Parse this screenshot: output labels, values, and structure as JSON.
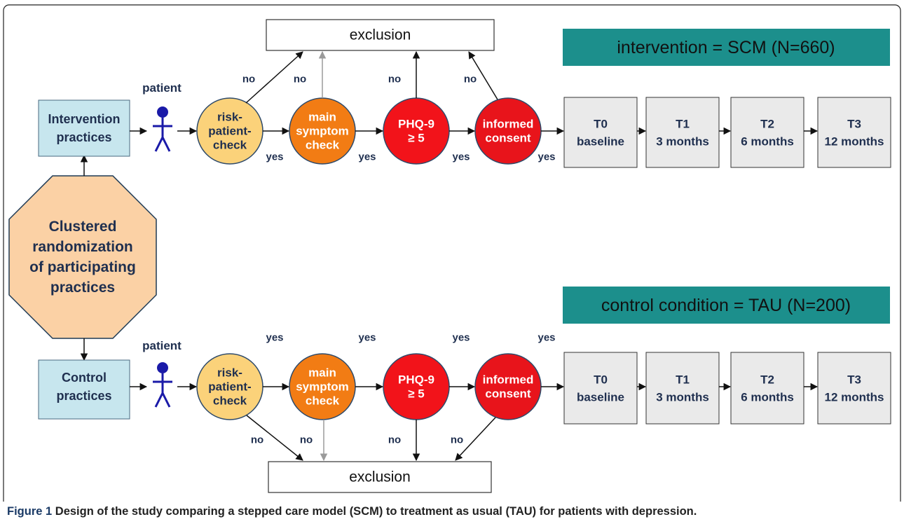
{
  "diagram": {
    "octagon": {
      "lines": [
        "Clustered",
        "randomization",
        "of participating",
        "practices"
      ],
      "fill": "#fbd1a5"
    },
    "person_color": "#1a1aa8",
    "arms": [
      {
        "key": "intervention",
        "banner": "intervention = SCM  (N=660)",
        "banner_color": "#1c8f8c",
        "practice_lines": [
          "Intervention",
          "practices"
        ],
        "practice_fill": "#c7e6ee",
        "patient_label": "patient",
        "steps": [
          {
            "lines": [
              "risk-",
              "patient-",
              "check"
            ],
            "fill": "#fbd27a",
            "text_color": "#1f2f4f"
          },
          {
            "lines": [
              "main",
              "symptom",
              "check"
            ],
            "fill": "#f27c14",
            "text_color": "#ffffff"
          },
          {
            "lines": [
              "PHQ-9",
              "≥ 5"
            ],
            "fill": "#f2131a",
            "text_color": "#ffffff"
          },
          {
            "lines": [
              "informed",
              "consent"
            ],
            "fill": "#e8141b",
            "text_color": "#ffffff"
          }
        ],
        "yes_label": "yes",
        "no_label": "no",
        "exclusion_label": "exclusion",
        "timepoints": [
          {
            "code": "T0",
            "label": "baseline"
          },
          {
            "code": "T1",
            "label": "3 months"
          },
          {
            "code": "T2",
            "label": "6 months"
          },
          {
            "code": "T3",
            "label": "12 months"
          }
        ]
      },
      {
        "key": "control",
        "banner": "control condition = TAU (N=200)",
        "banner_color": "#1c8f8c",
        "practice_lines": [
          "Control",
          "practices"
        ],
        "practice_fill": "#c7e6ee",
        "patient_label": "patient",
        "steps": [
          {
            "lines": [
              "risk-",
              "patient-",
              "check"
            ],
            "fill": "#fbd27a",
            "text_color": "#1f2f4f"
          },
          {
            "lines": [
              "main",
              "symptom",
              "check"
            ],
            "fill": "#f27c14",
            "text_color": "#ffffff"
          },
          {
            "lines": [
              "PHQ-9",
              "≥ 5"
            ],
            "fill": "#f2131a",
            "text_color": "#ffffff"
          },
          {
            "lines": [
              "informed",
              "consent"
            ],
            "fill": "#e8141b",
            "text_color": "#ffffff"
          }
        ],
        "yes_label": "yes",
        "no_label": "no",
        "exclusion_label": "exclusion",
        "timepoints": [
          {
            "code": "T0",
            "label": "baseline"
          },
          {
            "code": "T1",
            "label": "3 months"
          },
          {
            "code": "T2",
            "label": "6 months"
          },
          {
            "code": "T3",
            "label": "12 months"
          }
        ]
      }
    ]
  },
  "caption": {
    "label": "Figure 1",
    "text": " Design of the study comparing a stepped care model (SCM) to treatment as usual (TAU) for patients with depression."
  }
}
